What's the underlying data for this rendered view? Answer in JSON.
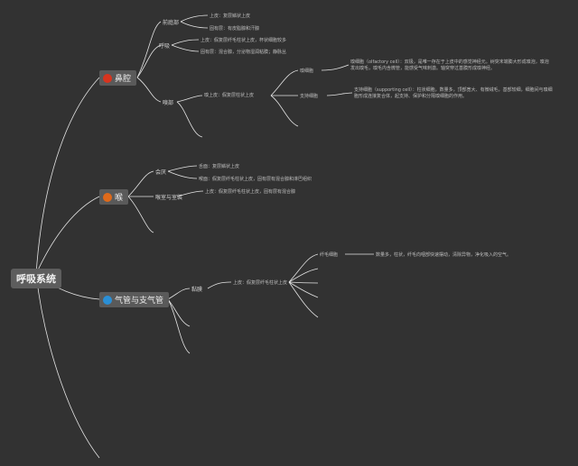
{
  "root": {
    "label": "呼吸系统"
  },
  "branches": [
    {
      "label": "鼻腔",
      "icon": "circle-icon",
      "color": "#d8341e"
    },
    {
      "label": "喉",
      "icon": "circle-icon",
      "color": "#e06a1a"
    },
    {
      "label": "气管与支气管",
      "icon": "circle-icon",
      "color": "#2a8fd6"
    }
  ],
  "nose": {
    "a": {
      "label": "前庭部",
      "children": [
        "上皮：复层鳞状上皮",
        "固有层：有皮脂腺和汗腺"
      ]
    },
    "b": {
      "label": "呼吸部",
      "children": [
        "上皮：假复层纤毛柱状上皮，杯状细胞较多",
        "固有层：混合腺，分泌物湿润粘膜；静脉丛"
      ]
    },
    "c": {
      "label": "嗅部",
      "child": "嗅上皮：假复层柱状上皮",
      "cells": [
        {
          "label": "嗅细胞",
          "text": "嗅细胞（olfactory cell）：双极，是唯一存在于上皮中的感觉神经元。树突末端膨大形成嗅泡，嗅泡发出嗅毛，嗅毛内含微管，能感受气味刺激。轴突穿过基膜形成嗅神经。"
        },
        {
          "label": "支持细胞",
          "text": "支持细胞（supporting cell）：柱状细胞，数量多，顶部宽大、有微绒毛，基部较细，细胞间与嗅细胞形成连接复合体，起支持、保护和分隔嗅细胞的作用。"
        }
      ]
    }
  },
  "larynx": {
    "a": {
      "label": "会厌",
      "children": [
        "舌面：复层鳞状上皮",
        "喉面：假复层纤毛柱状上皮，固有层有混合腺和淋巴组织"
      ]
    },
    "b": {
      "label": "喉室与室襞",
      "children": [
        "上皮：假复层纤毛柱状上皮，固有层有混合腺"
      ]
    }
  },
  "trachea": {
    "mucosa": {
      "label": "黏膜",
      "child": "上皮：假复层纤毛柱状上皮",
      "cells": [
        {
          "label": "纤毛细胞",
          "text": "数量多，柱状，纤毛向咽部快速摆动，清除异物，净化吸入的空气。"
        }
      ]
    }
  }
}
